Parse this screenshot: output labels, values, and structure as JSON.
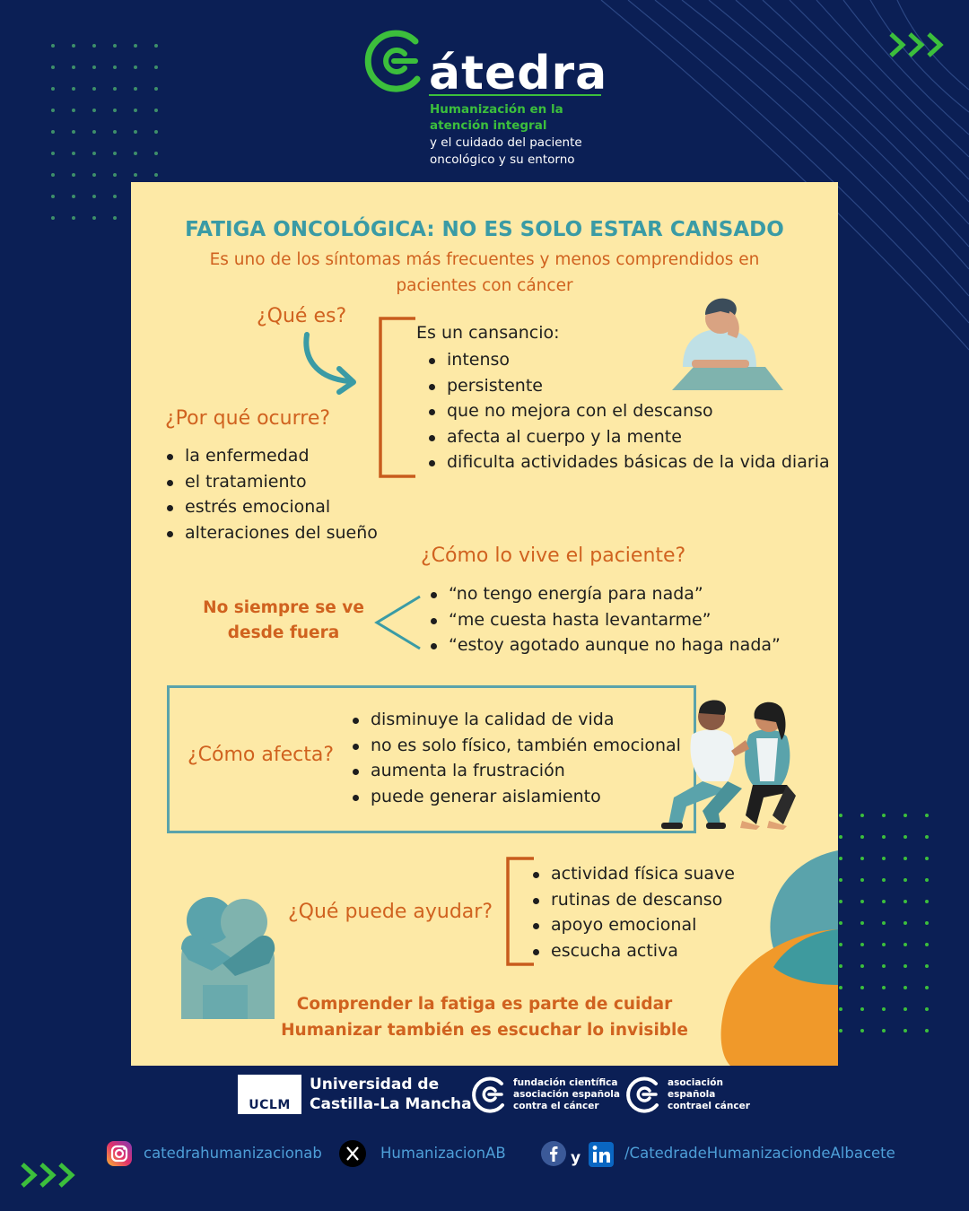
{
  "colors": {
    "background": "#0b1f55",
    "card": "#fde9a6",
    "accent_green": "#3cbf3c",
    "teal": "#3a9ba5",
    "orange": "#d0621f"
  },
  "header": {
    "brand": "átedra",
    "tagline": [
      "Humanización en la",
      "atención integral",
      "y el cuidado del paciente",
      "oncológico y su entorno"
    ]
  },
  "card": {
    "title": "FATIGA ONCOLÓGICA: NO ES SOLO ESTAR CANSADO",
    "subtitle": "Es uno de los síntomas más frecuentes y menos comprendidos en pacientes con cáncer",
    "what": {
      "question": "¿Qué es?",
      "intro": "Es un cansancio:",
      "items": [
        "intenso",
        "persistente",
        "que no mejora con el descanso",
        "afecta al cuerpo y la mente",
        "dificulta actividades básicas de la vida diaria"
      ]
    },
    "why": {
      "question": "¿Por qué ocurre?",
      "items": [
        "la enfermedad",
        "el tratamiento",
        "estrés emocional",
        "alteraciones del sueño"
      ]
    },
    "experience": {
      "question": "¿Cómo lo vive el paciente?",
      "note": "No siempre se ve desde fuera",
      "quotes": [
        "“no tengo energía para nada”",
        "“me cuesta hasta levantarme”",
        "“estoy agotado aunque no haga nada”"
      ]
    },
    "affects": {
      "question": "¿Cómo afecta?",
      "items": [
        "disminuye la calidad de vida",
        "no es solo físico, también emocional",
        "aumenta la frustración",
        "puede generar aislamiento"
      ]
    },
    "help": {
      "question": "¿Qué puede ayudar?",
      "items": [
        "actividad física suave",
        "rutinas de descanso",
        "apoyo emocional",
        "escucha activa"
      ]
    },
    "closing": [
      "Comprender la fatiga es parte de cuidar",
      "Humanizar también es escuchar lo invisible"
    ]
  },
  "partners": {
    "uclm_logo": "UCLM",
    "uclm": [
      "Universidad de",
      "Castilla-La Mancha"
    ],
    "fundacion": [
      "fundación científica",
      "asociación española",
      "contra el cáncer"
    ],
    "asociacion": [
      "asociación",
      "española",
      "contrael cáncer"
    ]
  },
  "social": {
    "instagram": "catedrahumanizacionab",
    "x": "HumanizacionAB",
    "connector": "y",
    "facebook_linkedin": "/CatedradeHumanizaciondeAlbacete"
  },
  "icons": {
    "instagram": "instagram-icon",
    "x": "x-icon",
    "facebook": "facebook-icon",
    "linkedin": "linkedin-icon",
    "chevrons": "chevrons-right-icon"
  }
}
